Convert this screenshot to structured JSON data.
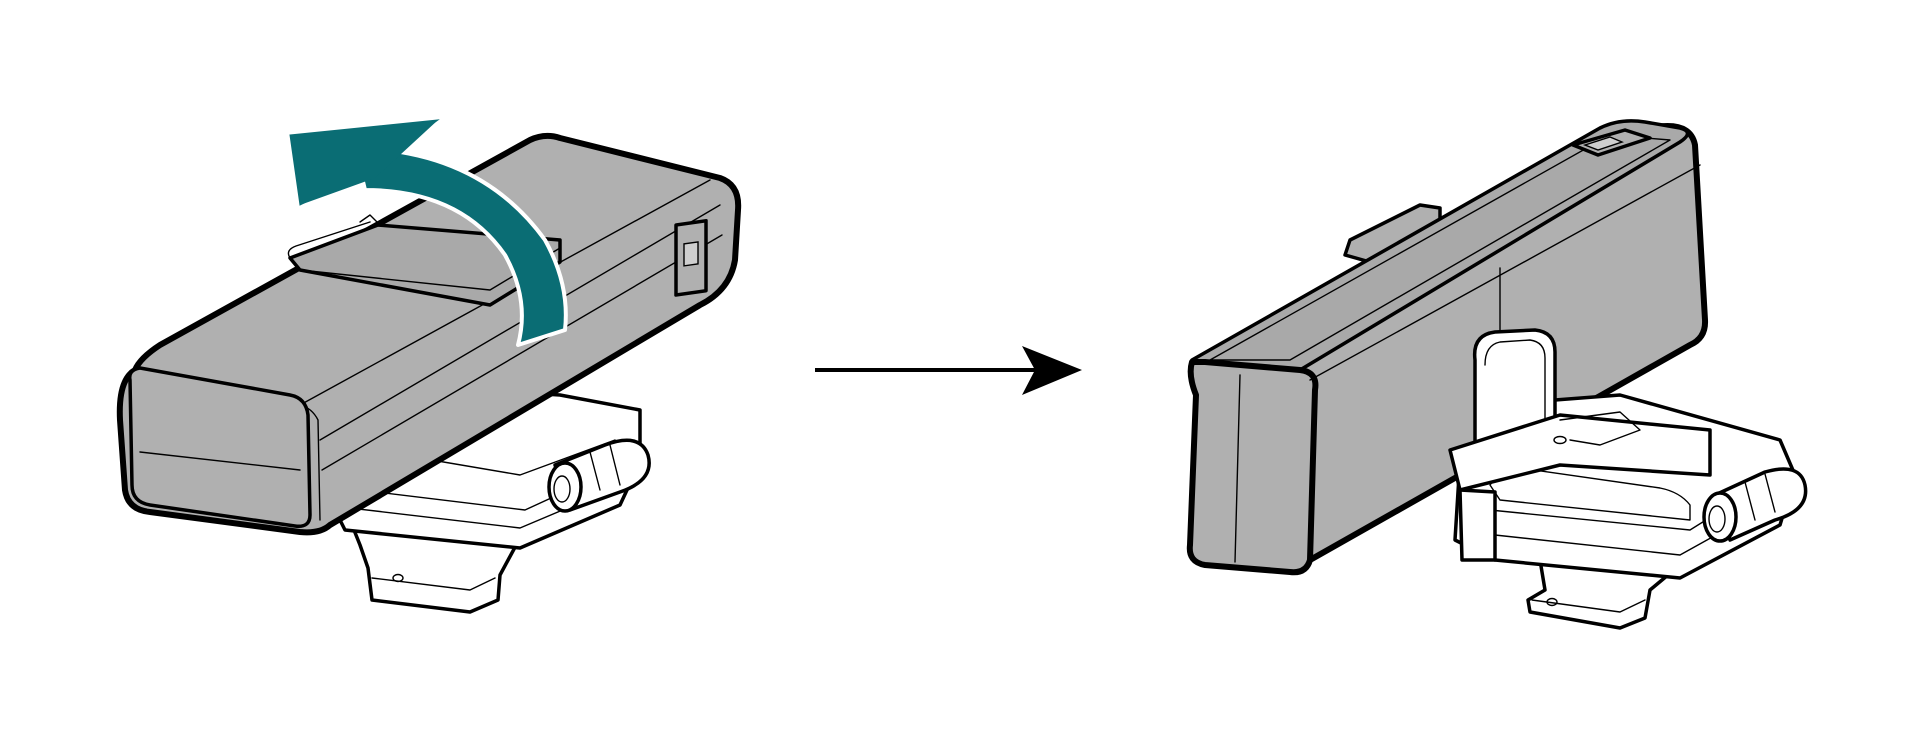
{
  "diagram": {
    "kind": "installation-step",
    "steps": [
      {
        "state": "device-lying-flat",
        "action": "rotate-up",
        "action_icon": "curved-rotate-arrow-icon"
      },
      {
        "state": "device-upright"
      }
    ],
    "transition_icon": "right-arrow-icon"
  },
  "colors": {
    "background": "#ffffff",
    "device_body": "#b0b0b0",
    "device_top": "#a9a9a9",
    "outline": "#000000",
    "bracket": "#ffffff",
    "rotate_arrow": "#0a6d74"
  }
}
